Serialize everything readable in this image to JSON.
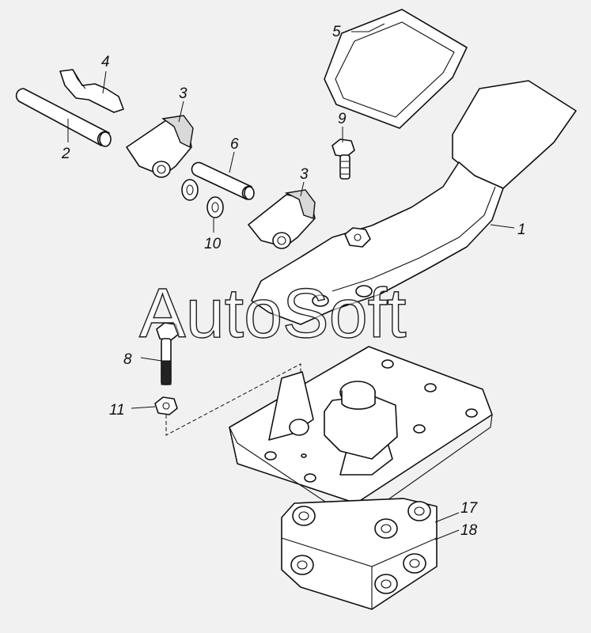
{
  "watermark": "AutoSoft",
  "callouts": {
    "c1": "1",
    "c2": "2",
    "c3a": "3",
    "c3b": "3",
    "c4": "4",
    "c5": "5",
    "c6": "6",
    "c8": "8",
    "c9": "9",
    "c10": "10",
    "c11": "11",
    "c17": "17",
    "c18": "18"
  },
  "colors": {
    "background": "#f1f1f1",
    "line": "#111111"
  }
}
